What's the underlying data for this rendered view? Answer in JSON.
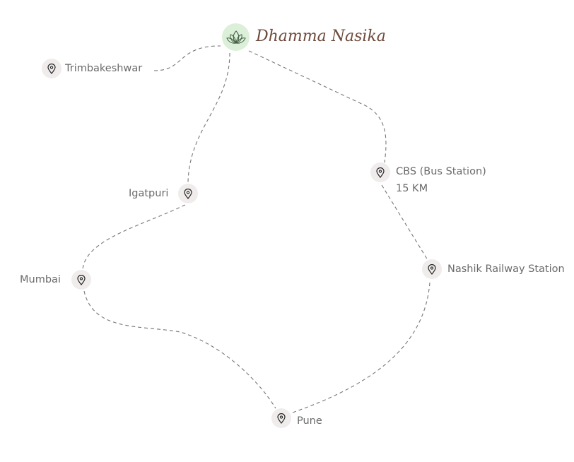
{
  "title": "Dhamma Nasika",
  "locations": {
    "trimbakeshwar": "Trimbakeshwar",
    "igatpuri": "Igatpuri",
    "cbs": "CBS (Bus Station)",
    "cbs_distance": "15 KM",
    "nashik": "Nashik Railway Station",
    "mumbai": "Mumbai",
    "pune": "Pune"
  },
  "colors": {
    "title": "#6e4a3c",
    "logo_bg": "#dcefd8",
    "pin_bg": "#efeceb",
    "line": "#777777"
  }
}
